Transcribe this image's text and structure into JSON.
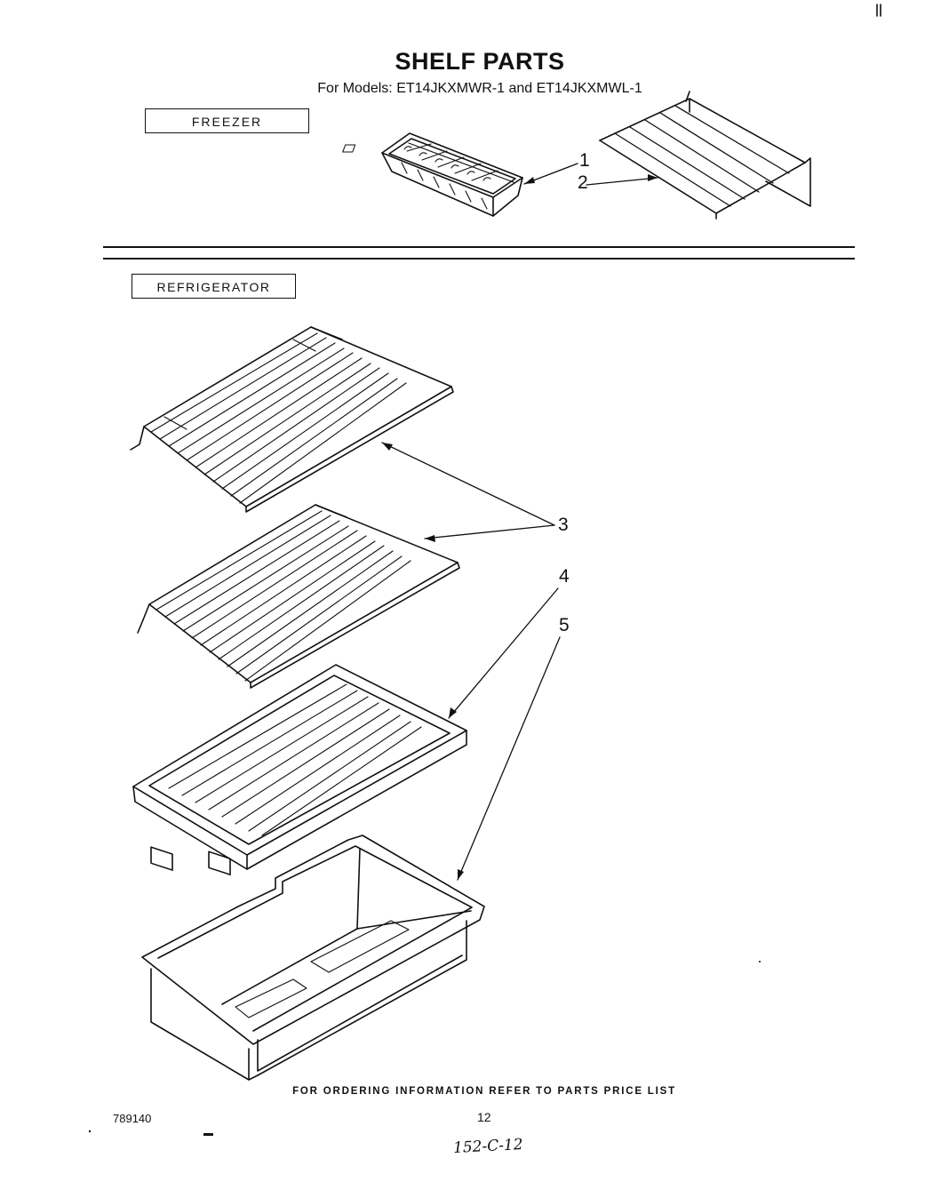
{
  "title": "SHELF PARTS",
  "subtitle": "For Models: ET14JKXMWR-1 and ET14JKXMWL-1",
  "sections": {
    "freezer": "FREEZER",
    "refrigerator": "REFRIGERATOR"
  },
  "callouts": [
    "1",
    "2",
    "3",
    "4",
    "5"
  ],
  "footer": "FOR ORDERING INFORMATION REFER TO PARTS PRICE LIST",
  "doc_number": "789140",
  "page_number": "12",
  "handwritten_note": "152-C-12"
}
